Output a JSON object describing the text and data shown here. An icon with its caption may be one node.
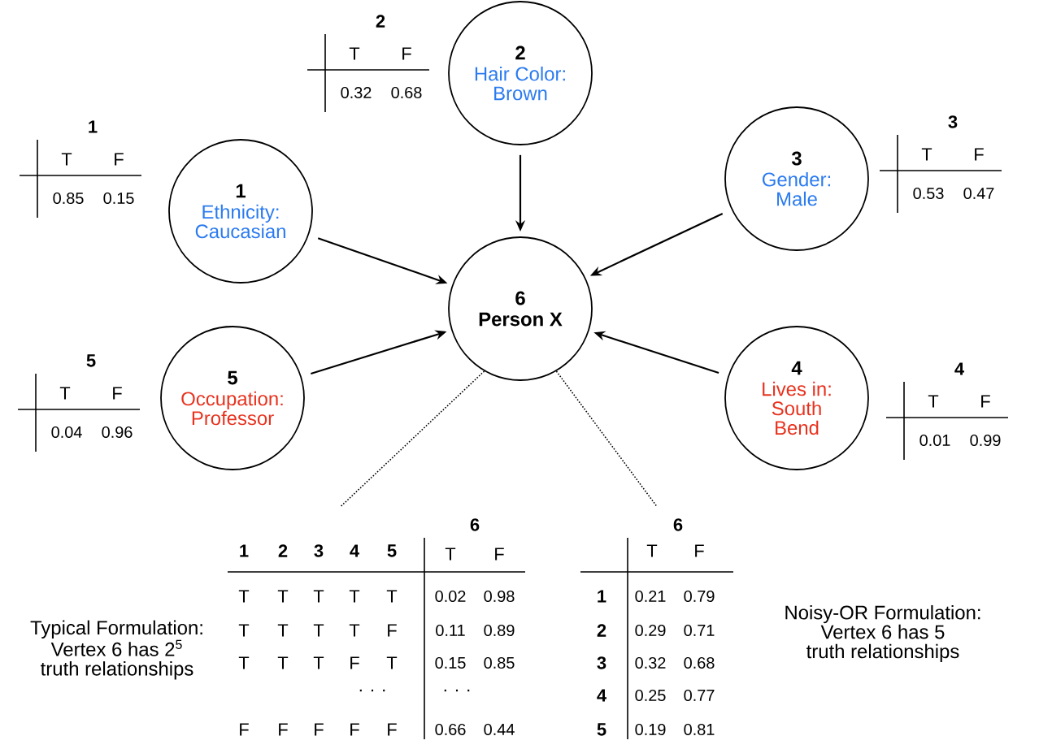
{
  "diagram": {
    "nodes": [
      {
        "text": [
          "1",
          "Ethnicity: Caucasian"
        ]
      },
      {
        "text": [
          "2",
          "Hair Color: Brown"
        ]
      },
      {
        "text": [
          "3",
          "Gender: Male"
        ]
      },
      {
        "text": [
          "4",
          "Lives in: South Bend"
        ]
      },
      {
        "text": [
          "5",
          "Occupation: Professor"
        ]
      },
      {
        "text": [
          "6",
          "Person X"
        ]
      },
      {
        "text": [
          "1",
          "2",
          "3",
          "4",
          "5",
          "6",
          "T",
          "F",
          "T",
          "T",
          "T",
          "T",
          "T",
          "0.02",
          "0.98",
          "T",
          "T",
          "T",
          "T",
          "F",
          "0.11",
          "0.89",
          "T",
          "T",
          "T",
          "F",
          "T",
          "0.15",
          "0.85",
          ". . .",
          ". . .",
          "F",
          "F",
          "F",
          "F",
          "F",
          "0.66",
          "0.44"
        ],
        "beside": [
          "Typical Formulation: Vertex 6 has 2$^{5}$ truth relationships"
        ]
      },
      {
        "text": [
          "6",
          "T",
          "F",
          "1",
          "0.21",
          "0.79",
          "2",
          "0.29",
          "0.71",
          "3",
          "0.32",
          "0.68",
          "4",
          "0.25",
          "0.77",
          "5",
          "0.19",
          "0.81"
        ],
        "beside": [
          "Noisy-OR Formulation: Vertex 6 has 5 truth relationships"
        ]
      }
    ],
    "edges": [
      {
        "from": 0,
        "to": 5,
        "arrow": "to"
      },
      {
        "from": 1,
        "to": 5,
        "arrow": "to"
      },
      {
        "from": 2,
        "to": 5,
        "arrow": "to"
      },
      {
        "from": 3,
        "to": 5,
        "arrow": "to"
      },
      {
        "from": 4,
        "to": 5,
        "arrow": "to"
      },
      {
        "from": 5,
        "to": 6,
        "arrow": "none",
        "style": "dashed"
      },
      {
        "from": 5,
        "to": 7,
        "arrow": "none",
        "style": "dashed"
      }
    ],
    "labels": [
      "2",
      "T",
      "F",
      "0.32",
      "0.68",
      "1",
      "T",
      "F",
      "0.85",
      "0.15",
      "3",
      "T",
      "F",
      "0.53",
      "0.47",
      "5",
      "T",
      "F",
      "0.04",
      "0.96",
      "4",
      "T",
      "F",
      "0.01",
      "0.99"
    ]
  }
}
